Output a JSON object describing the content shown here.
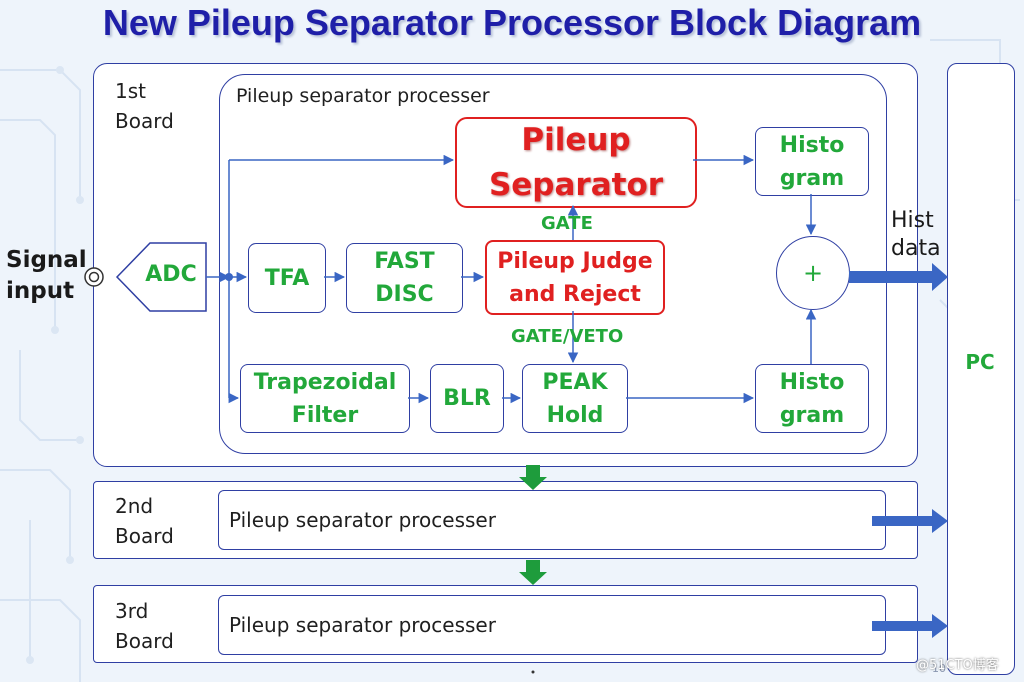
{
  "title": "New Pileup Separator Processor Block Diagram",
  "signal_input": "Signal\ninput",
  "hist_data": "Hist\ndata",
  "pc": "PC",
  "boards": [
    {
      "name": "1st\nBoard",
      "processor": "Pileup separator processer"
    },
    {
      "name": "2nd\nBoard",
      "processor": "Pileup separator processer"
    },
    {
      "name": "3rd\nBoard",
      "processor": "Pileup separator processer"
    }
  ],
  "blocks": {
    "adc": "ADC",
    "tfa": "TFA",
    "fast_disc": "FAST\nDISC",
    "pileup_separator": "Pileup\nSeparator",
    "pileup_judge": "Pileup Judge\nand Reject",
    "trapezoidal_filter": "Trapezoidal\nFilter",
    "blr": "BLR",
    "peak_hold": "PEAK\nHold",
    "histogram_top": "Histo\ngram",
    "histogram_bottom": "Histo\ngram",
    "sum": "+"
  },
  "signals": {
    "gate": "GATE",
    "gate_veto": "GATE/VETO"
  },
  "page_number": "10",
  "watermark": "@51CTO博客",
  "colors": {
    "title": "#1f1fa8",
    "block_border": "#2f3fa3",
    "block_text": "#22a83a",
    "highlight": "#e02020",
    "arrow": "#3a66c4"
  }
}
